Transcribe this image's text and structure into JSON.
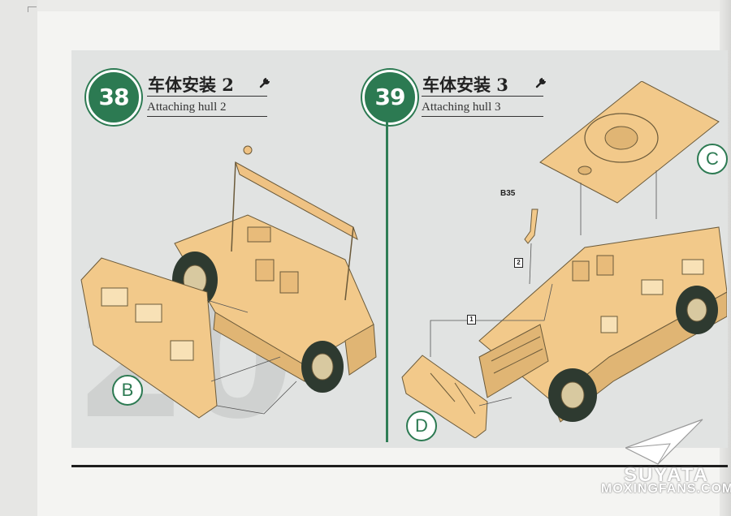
{
  "steps": [
    {
      "number": "38",
      "title_zh": "车体安装 2",
      "title_en": "Attaching hull 2",
      "icon": "wrench-icon"
    },
    {
      "number": "39",
      "title_zh": "车体安装 3",
      "title_en": "Attaching hull 3",
      "icon": "wrench-icon"
    }
  ],
  "part_labels": {
    "b": "B",
    "c": "C",
    "d": "D"
  },
  "part_number": "B35",
  "callouts": [
    "1",
    "2"
  ],
  "background_number": "20",
  "watermark": {
    "brand": "SUYATA",
    "site": "MOXINGFANS.COM"
  },
  "colors": {
    "accent_green": "#2c7a52",
    "vehicle_tan": "#f2c98a",
    "tire": "#2e3a30"
  }
}
